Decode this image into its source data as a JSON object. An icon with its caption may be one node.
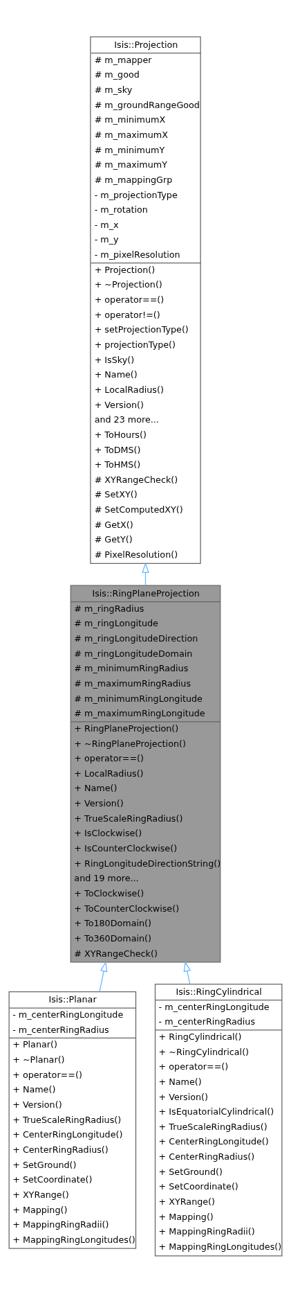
{
  "diagram": {
    "nodes": [
      {
        "text": [
          "Isis::Projection",
          "# m_mapper",
          "# m_good",
          "# m_sky",
          "# m_groundRangeGood",
          "# m_minimumX",
          "# m_maximumX",
          "# m_minimumY",
          "# m_maximumY",
          "# m_mappingGrp",
          "- m_projectionType",
          "- m_rotation",
          "- m_x",
          "- m_y",
          "- m_pixelResolution",
          "+ Projection()",
          "+ ~Projection()",
          "+ operator==()",
          "+ operator!=()",
          "+ setProjectionType()",
          "+ projectionType()",
          "+ IsSky()",
          "+ Name()",
          "+ LocalRadius()",
          "+ Version()",
          "and 23 more...",
          "+ ToHours()",
          "+ ToDMS()",
          "+ ToHMS()",
          "# XYRangeCheck()",
          "# SetXY()",
          "# SetComputedXY()",
          "# GetX()",
          "# GetY()",
          "# PixelResolution()"
        ]
      },
      {
        "text": [
          "Isis::RingPlaneProjection",
          "# m_ringRadius",
          "# m_ringLongitude",
          "# m_ringLongitudeDirection",
          "# m_ringLongitudeDomain",
          "# m_minimumRingRadius",
          "# m_maximumRingRadius",
          "# m_minimumRingLongitude",
          "# m_maximumRingLongitude",
          "+ RingPlaneProjection()",
          "+ ~RingPlaneProjection()",
          "+ operator==()",
          "+ LocalRadius()",
          "+ Name()",
          "+ Version()",
          "+ TrueScaleRingRadius()",
          "+ IsClockwise()",
          "+ IsCounterClockwise()",
          "+ RingLongitudeDirectionString()",
          "and 19 more...",
          "+ ToClockwise()",
          "+ ToCounterClockwise()",
          "+ To180Domain()",
          "+ To360Domain()",
          "# XYRangeCheck()"
        ]
      },
      {
        "text": [
          "Isis::Planar",
          "- m_centerRingLongitude",
          "- m_centerRingRadius",
          "+ Planar()",
          "+ ~Planar()",
          "+ operator==()",
          "+ Name()",
          "+ Version()",
          "+ TrueScaleRingRadius()",
          "+ CenterRingLongitude()",
          "+ CenterRingRadius()",
          "+ SetGround()",
          "+ SetCoordinate()",
          "+ XYRange()",
          "+ Mapping()",
          "+ MappingRingRadii()",
          "+ MappingRingLongitudes()"
        ]
      },
      {
        "text": [
          "Isis::RingCylindrical",
          "- m_centerRingLongitude",
          "- m_centerRingRadius",
          "+ RingCylindrical()",
          "+ ~RingCylindrical()",
          "+ operator==()",
          "+ Name()",
          "+ Version()",
          "+ IsEquatorialCylindrical()",
          "+ TrueScaleRingRadius()",
          "+ CenterRingLongitude()",
          "+ CenterRingRadius()",
          "+ SetGround()",
          "+ SetCoordinate()",
          "+ XYRange()",
          "+ Mapping()",
          "+ MappingRingRadii()",
          "+ MappingRingLongitudes()"
        ]
      }
    ],
    "edges": [
      {
        "from": 1,
        "to": 0,
        "arrow": "to"
      },
      {
        "from": 2,
        "to": 1,
        "arrow": "to"
      },
      {
        "from": 3,
        "to": 1,
        "arrow": "to"
      }
    ]
  }
}
